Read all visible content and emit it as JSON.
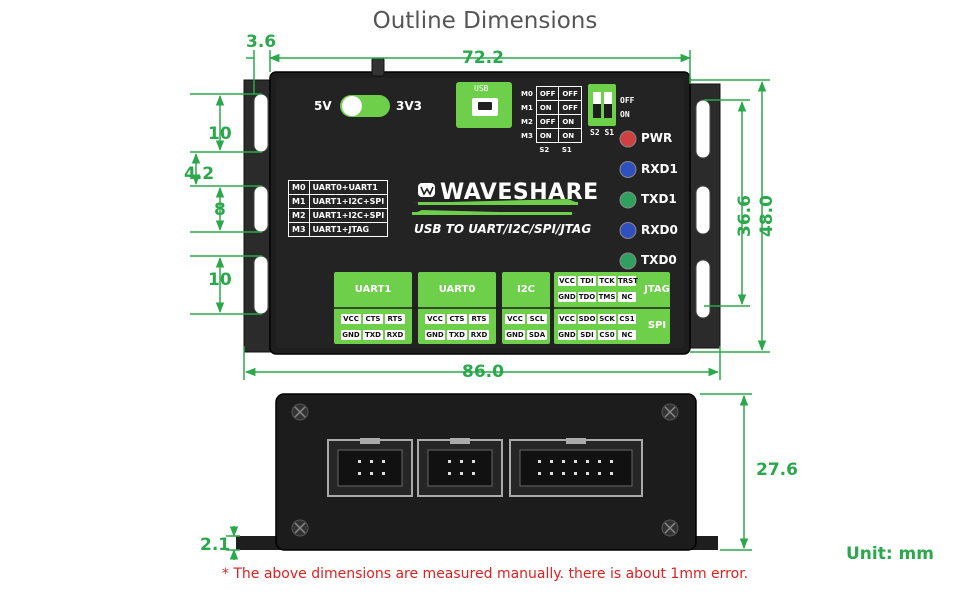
{
  "title": "Outline Dimensions",
  "dimensions": {
    "top_offset": "3.6",
    "top_width": "72.2",
    "slot_height_a": "10",
    "slot_gap": "4.2",
    "slot_height_b": "8",
    "slot_height_c": "10",
    "body_height": "36.6",
    "total_height": "48.0",
    "total_width": "86.0",
    "side_height": "27.6",
    "flange_thickness": "2.1"
  },
  "device": {
    "brand": "WAVESHARE",
    "subtitle": "USB TO UART/I2C/SPI/JTAG",
    "voltage_left": "5V",
    "voltage_right": "3V3",
    "usb_label": "USB",
    "switch_state_on": "ON",
    "switch_state_off": "OFF",
    "switch_names": "S2 S1",
    "leds": [
      "PWR",
      "RXD1",
      "TXD1",
      "RXD0",
      "TXD0"
    ],
    "led_colors": [
      "#d04040",
      "#3050c0",
      "#30a060",
      "#3050c0",
      "#30a060"
    ],
    "mode_table": [
      {
        "mode": "M0",
        "desc": "UART0+UART1"
      },
      {
        "mode": "M1",
        "desc": "UART1+I2C+SPI"
      },
      {
        "mode": "M2",
        "desc": "UART1+I2C+SPI"
      },
      {
        "mode": "M3",
        "desc": "UART1+JTAG"
      }
    ],
    "switch_table": [
      {
        "mode": "M0",
        "s2": "OFF",
        "s1": "OFF"
      },
      {
        "mode": "M1",
        "s2": "ON",
        "s1": "OFF"
      },
      {
        "mode": "M2",
        "s2": "OFF",
        "s1": "ON"
      },
      {
        "mode": "M3",
        "s2": "ON",
        "s1": "ON"
      }
    ],
    "switch_table_footer": {
      "s2": "S2",
      "s1": "S1"
    },
    "headers": {
      "uart1": {
        "label": "UART1",
        "pins": [
          "VCC",
          "CTS",
          "RTS",
          "GND",
          "TXD",
          "RXD"
        ]
      },
      "uart0": {
        "label": "UART0",
        "pins": [
          "VCC",
          "CTS",
          "RTS",
          "GND",
          "TXD",
          "RXD"
        ]
      },
      "i2c": {
        "label": "I2C",
        "pins": [
          "VCC",
          "SCL",
          "GND",
          "SDA"
        ]
      },
      "jtag": {
        "label": "JTAG",
        "pins": [
          "VCC",
          "TDI",
          "TCK",
          "TRST",
          "GND",
          "TDO",
          "TMS",
          "NC"
        ]
      },
      "spi": {
        "label": "SPI",
        "pins": [
          "VCC",
          "SDO",
          "SCK",
          "CS1",
          "GND",
          "SDI",
          "CS0",
          "NC"
        ]
      }
    },
    "accent_color": "#6dcf4a",
    "dim_color": "#2aa84a"
  },
  "unit": "Unit: mm",
  "note": "* The above dimensions are measured manually. there is about 1mm error."
}
